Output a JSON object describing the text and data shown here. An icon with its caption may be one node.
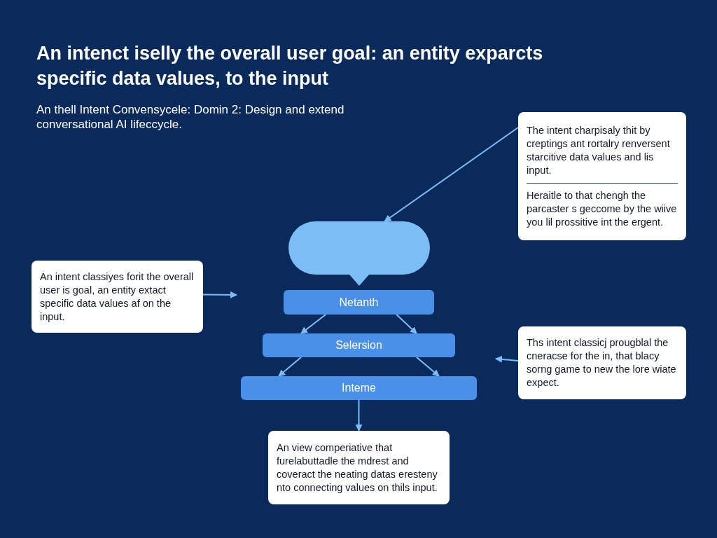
{
  "diagram": {
    "title": "An intenct iselly the overall user goal: an entity exparcts specific data values, to the input",
    "nodes": [
      {
        "text": [
          "An intent classiyes forit the overall user is goal, an entity extact specific data values af on the input."
        ]
      },
      {
        "text": [],
        "shape": "bubble"
      },
      {
        "text": [
          "Netanth"
        ]
      },
      {
        "text": [
          "Selersion"
        ]
      },
      {
        "text": [
          "Inteme"
        ]
      },
      {
        "text": [
          "The intent charpisaly thit by creptings ant rortalry renversent starcitive data values and lis input.",
          "Heraitle to that chengh the parcaster s geccome by the wiive you lil prossitive int the ergent."
        ]
      },
      {
        "text": [
          "Ths intent classicj prougblal the cneracse for the in, that blacy sorng game to new the lore wiate expect."
        ]
      },
      {
        "text": [
          "An view comperiative that furelabuttadle the mdrest and coveract the neating datas eresteny nto connecting values on thils input."
        ]
      }
    ],
    "edges": [
      {
        "from": 0,
        "to": null,
        "arrow": "to"
      },
      {
        "from": 5,
        "to": 1,
        "arrow": "to"
      },
      {
        "from": 2,
        "to": 3,
        "arrow": "to"
      },
      {
        "from": 2,
        "to": 3,
        "arrow": "to"
      },
      {
        "from": 3,
        "to": 4,
        "arrow": "to"
      },
      {
        "from": 3,
        "to": 4,
        "arrow": "to"
      },
      {
        "from": 4,
        "to": 7,
        "arrow": "to"
      },
      {
        "from": 6,
        "to": null,
        "arrow": "to"
      }
    ],
    "labels": [
      "An thell Intent Convensycele: Domin 2: Design and extend conversational AI lifeccycle."
    ]
  }
}
